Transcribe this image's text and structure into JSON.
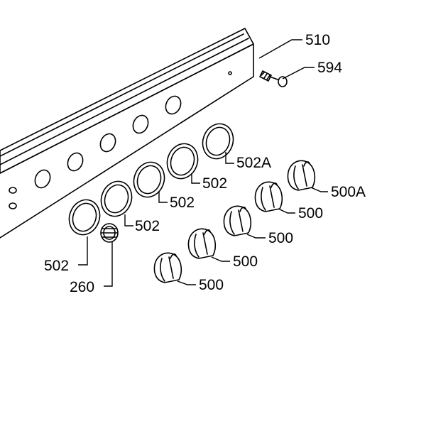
{
  "colors": {
    "ink": "#000000",
    "background": "#ffffff"
  },
  "labels": {
    "panel": "510",
    "screw": "594",
    "bezel_a": "502A",
    "bezel_1": "502",
    "bezel_2": "502",
    "bezel_3": "502",
    "bezel_4": "502",
    "knob_a": "500A",
    "knob_1": "500",
    "knob_2": "500",
    "knob_3": "500",
    "knob_4": "500",
    "push_button": "260"
  }
}
